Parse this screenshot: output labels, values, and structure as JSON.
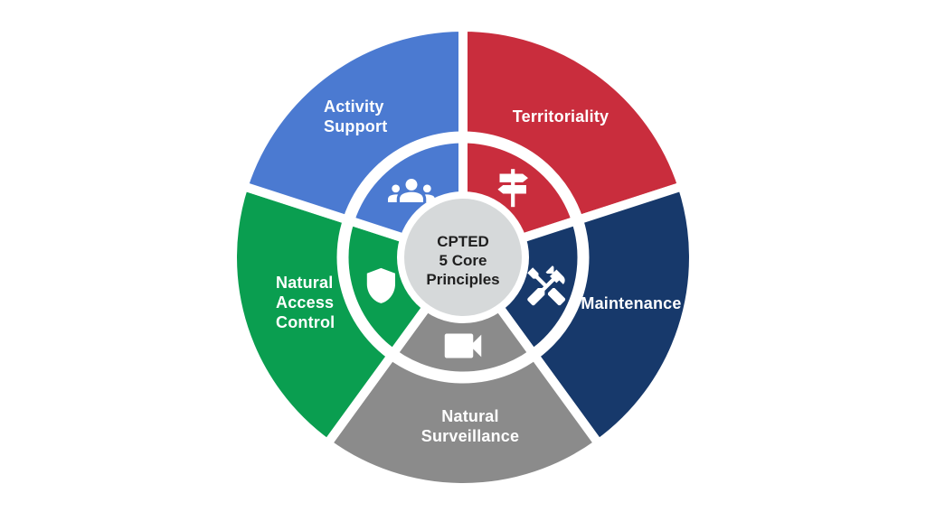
{
  "page": {
    "background": "#FFFFFF",
    "divider_color": "#FFFFFF",
    "icon_color": "#FFFFFF"
  },
  "center": {
    "label": "CPTED 5 Core Principles",
    "lines": [
      "CPTED",
      "5 Core",
      "Principles"
    ],
    "bg": "#D6D9DA",
    "text_color": "#1F1F1F"
  },
  "segments": [
    {
      "id": "territoriality",
      "label": "Territoriality",
      "label_lines": [
        "Territoriality"
      ],
      "color": "#C92D3D",
      "icon": "signpost-icon"
    },
    {
      "id": "maintenance",
      "label": "Maintenance",
      "label_lines": [
        "Maintenance"
      ],
      "color": "#17396B",
      "icon": "tools-icon"
    },
    {
      "id": "natural-surveillance",
      "label": "Natural Surveillance",
      "label_lines": [
        "Natural",
        "Surveillance"
      ],
      "color": "#8B8B8B",
      "icon": "video-camera-icon"
    },
    {
      "id": "natural-access-control",
      "label": "Natural Access Control",
      "label_lines": [
        "Natural",
        "Access",
        "Control"
      ],
      "color": "#0A9E50",
      "icon": "shield-icon"
    },
    {
      "id": "activity-support",
      "label": "Activity Support",
      "label_lines": [
        "Activity",
        "Support"
      ],
      "color": "#4B7AD1",
      "icon": "people-group-icon"
    }
  ]
}
